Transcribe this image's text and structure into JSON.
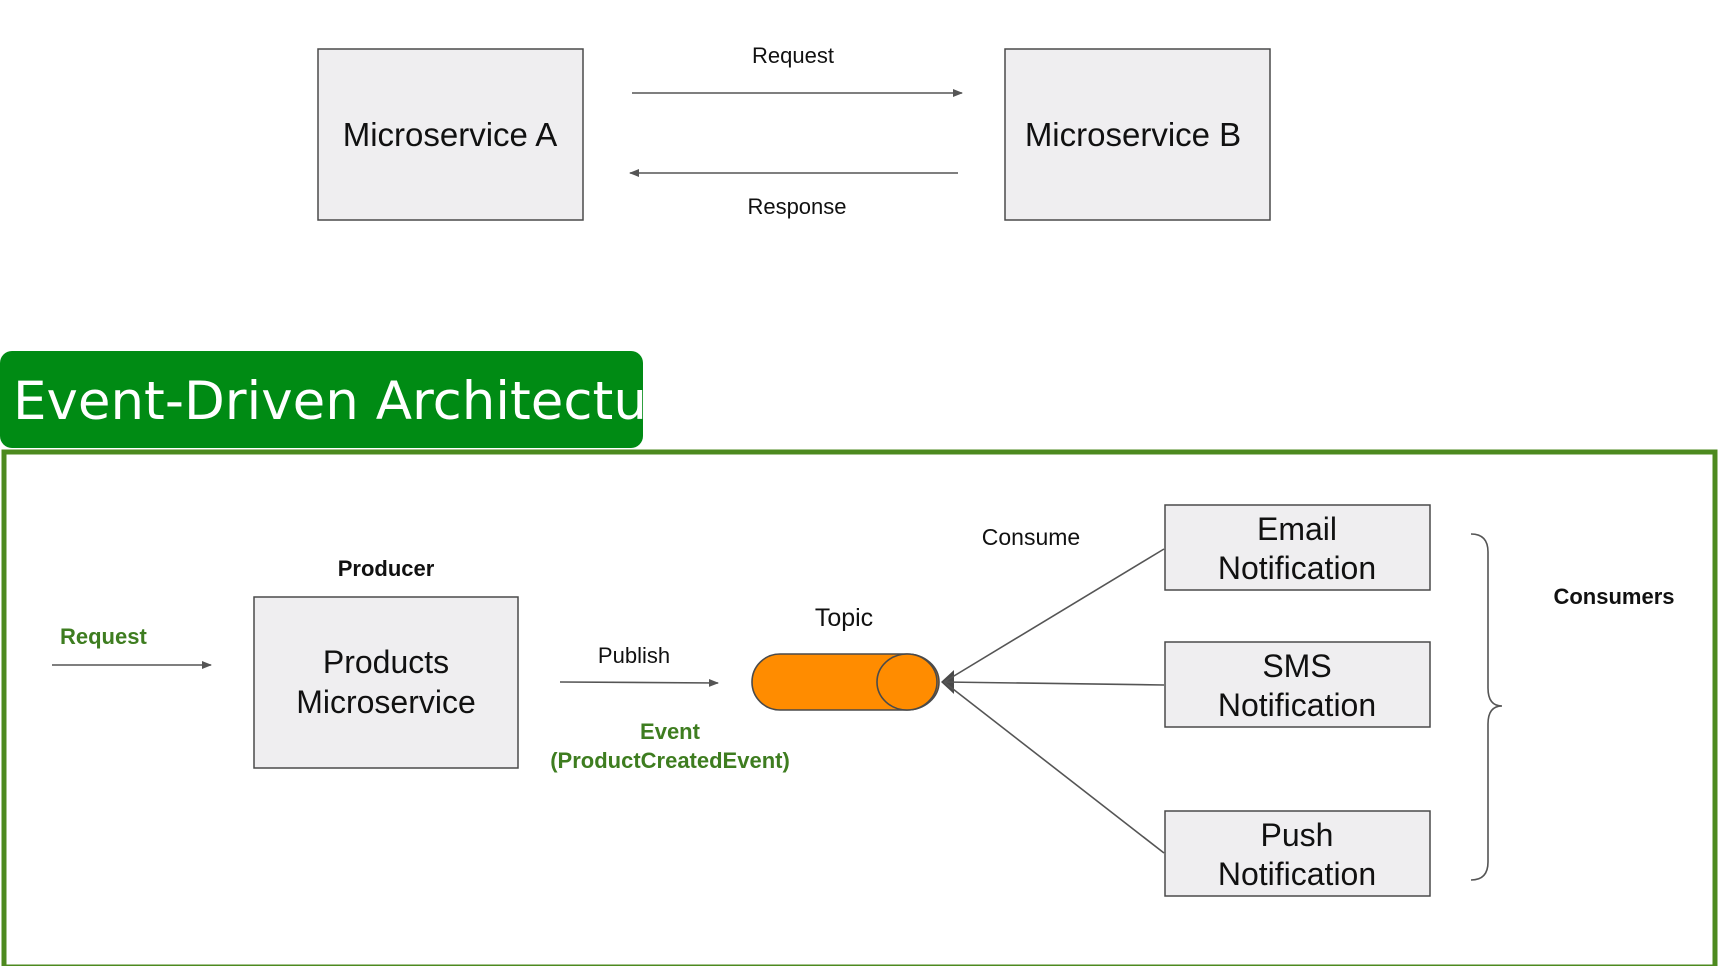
{
  "top": {
    "service_a": "Microservice A",
    "service_b": "Microservice B",
    "request_label": "Request",
    "response_label": "Response"
  },
  "banner": {
    "title": "Event-Driven Architecture"
  },
  "eda": {
    "request_label": "Request",
    "producer_label": "Producer",
    "producer_box": [
      "Products",
      "Microservice"
    ],
    "publish_label": "Publish",
    "event_label": [
      "Event",
      "(ProductCreatedEvent)"
    ],
    "topic_label": "Topic",
    "consume_label": "Consume",
    "consumers_label": "Consumers",
    "consumers": [
      [
        "Email",
        "Notification"
      ],
      [
        "SMS",
        "Notification"
      ],
      [
        "Push",
        "Notification"
      ]
    ]
  },
  "colors": {
    "banner": "#008b14",
    "frame": "#4d8a1f",
    "topic": "#ff8c00",
    "accent_text": "#3e7d20"
  }
}
